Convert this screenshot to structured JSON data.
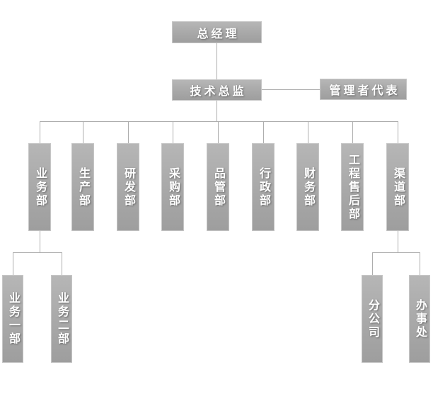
{
  "org_chart": {
    "root": {
      "label": "总经理"
    },
    "level2": {
      "main": {
        "label": "技术总监"
      },
      "aside": {
        "label": "管理者代表"
      }
    },
    "departments": [
      {
        "label": "业务部"
      },
      {
        "label": "生产部"
      },
      {
        "label": "研发部"
      },
      {
        "label": "采购部"
      },
      {
        "label": "品管部"
      },
      {
        "label": "行政部"
      },
      {
        "label": "财务部"
      },
      {
        "label": "工程售后部"
      },
      {
        "label": "渠道部"
      }
    ],
    "business_children": [
      {
        "label": "业务一部"
      },
      {
        "label": "业务二部"
      }
    ],
    "channel_children": [
      {
        "label": "分公司"
      },
      {
        "label": "办事处"
      }
    ]
  },
  "colors": {
    "background": "#ffffff",
    "node_fill_top": "#b6b6b6",
    "node_fill_bottom": "#9e9e9e",
    "node_border": "#c6c6c6",
    "node_text": "#ffffff",
    "connector": "#adadad"
  }
}
